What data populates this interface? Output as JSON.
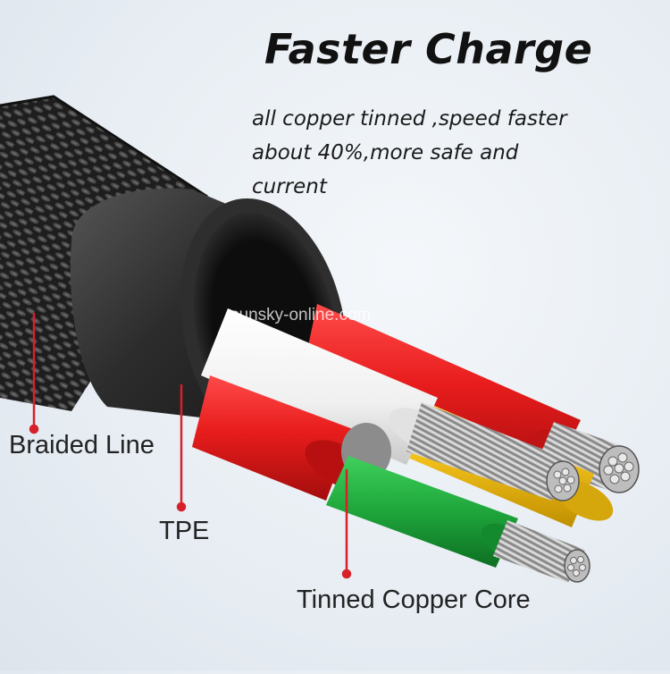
{
  "headline": "Faster Charge",
  "subtext": {
    "line1": "all copper tinned ,speed faster",
    "line2": "about 40%,more safe and",
    "line3": "current"
  },
  "callouts": {
    "braided": "Braided Line",
    "tpe": "TPE",
    "core": "Tinned Copper Core"
  },
  "watermark": "sunsky-online.com",
  "colors": {
    "braid": "#2a2a2a",
    "tpe": "#3a3a3a",
    "red_wire": "#e81c1c",
    "white_wire": "#f5f5f5",
    "yellow_wire": "#f3c21b",
    "green_wire": "#1ea53b",
    "pointer": "#d8202a"
  }
}
